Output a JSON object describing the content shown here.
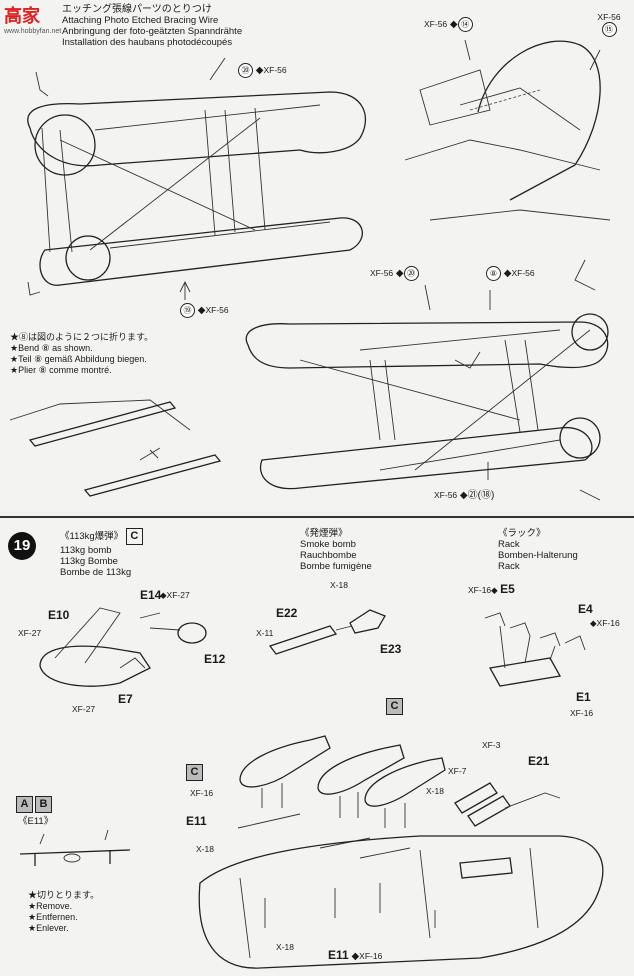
{
  "watermark": {
    "logo_text": "高家",
    "url": "www.hobbyfan.net"
  },
  "step18": {
    "title_jp": "エッチング張線パーツのとりつけ",
    "title_en": "Attaching Photo Etched Bracing Wire",
    "title_de": "Anbringung der foto-geätzten Spanndrähte",
    "title_fr": "Installation des haubans photodécoupés",
    "callouts": [
      {
        "part": "⑳",
        "paint": "XF-56"
      },
      {
        "part": "⑲",
        "paint": "XF-56"
      },
      {
        "part": "⑭",
        "paint": "XF-56"
      },
      {
        "part": "⑮",
        "paint": "XF-56"
      },
      {
        "part": "⑳",
        "paint": "XF-56"
      },
      {
        "part": "⑧",
        "paint": "XF-56"
      },
      {
        "part": "㉑(⑱)",
        "paint": "XF-56"
      }
    ],
    "bend_note": {
      "jp": "★⑧は図のように２つに折ります。",
      "en": "★Bend ⑧ as shown.",
      "de": "★Teil ⑧ gemäß Abbildung biegen.",
      "fr": "★Plier ⑧ comme montré."
    }
  },
  "step19": {
    "number": "19",
    "groups": [
      {
        "jp": "《113kg爆弾》",
        "box": "C",
        "en": "113kg bomb",
        "de": "113kg Bombe",
        "fr": "Bombe de 113kg"
      },
      {
        "jp": "《発煙弾》",
        "en": "Smoke bomb",
        "de": "Rauchbombe",
        "fr": "Bombe fumigène"
      },
      {
        "jp": "《ラック》",
        "en": "Rack",
        "de": "Bomben-Halterung",
        "fr": "Rack"
      }
    ],
    "parts": {
      "e14": "E14",
      "e10": "E10",
      "e12": "E12",
      "e7": "E7",
      "e22": "E22",
      "e23": "E23",
      "e5": "E5",
      "e4": "E4",
      "e1": "E1",
      "e11a": "E11",
      "e11b": "E11",
      "e21": "E21"
    },
    "paints": {
      "xf27a": "XF-27",
      "xf27b": "XF-27",
      "xf27c": "XF-27",
      "x18a": "X-18",
      "x11": "X-11",
      "xf16a": "XF-16",
      "xf16b": "XF-16",
      "xf16c": "XF-16",
      "xf16d": "XF-16",
      "xf16e": "XF-16",
      "x18b": "X-18",
      "x18c": "X-18",
      "x18d": "X-18",
      "xf7": "XF-7",
      "xf3": "XF-3"
    },
    "boxes": {
      "c1": "C",
      "c2": "C",
      "a": "A",
      "b": "B"
    },
    "e11_note": {
      "header": "《E11》",
      "jp": "★切りとります。",
      "en": "★Remove.",
      "de": "★Entfernen.",
      "fr": "★Enlever."
    }
  }
}
